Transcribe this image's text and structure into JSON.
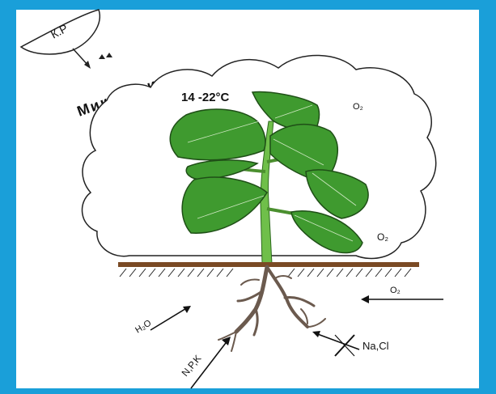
{
  "colors": {
    "background_border": "#1a9fd9",
    "panel": "#ffffff",
    "leaf": "#3f9a2f",
    "leaf_dark": "#23641b",
    "stem": "#6fbf4a",
    "soil": "#7a4a24",
    "root": "#6b5a4e"
  },
  "labels": {
    "sun": "К.Р",
    "microclimate": "Микроклимат",
    "temperature": "14 -22°C",
    "o2_top": "O₂",
    "o2_mid": "O₂",
    "o2_soil": "O₂",
    "h2o": "H₂O",
    "npk": "N,P,K",
    "nacl": "Na,Cl"
  }
}
